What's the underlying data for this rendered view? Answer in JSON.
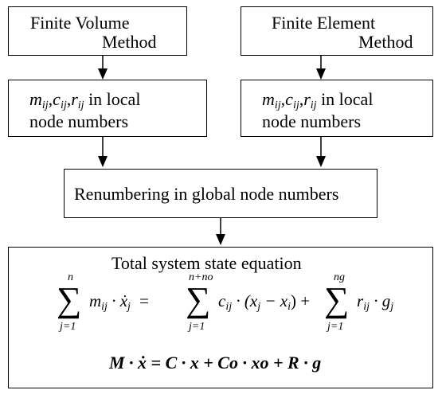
{
  "boxes": {
    "fvm": {
      "line1": "Finite Volume",
      "line2": "Method"
    },
    "fem": {
      "line1": "Finite Element",
      "line2": "Method"
    },
    "local_left": {
      "m": "m",
      "c": "c",
      "r": "r",
      "sub": "ij",
      "text1": " in local",
      "line2": "node numbers"
    },
    "local_right": {
      "m": "m",
      "c": "c",
      "r": "r",
      "sub": "ij",
      "text1": " in local",
      "line2": "node numbers"
    },
    "renumber": {
      "label": "Renumbering in global node numbers"
    },
    "total": {
      "title": "Total system state equation",
      "sum1_upper": "n",
      "sum1_lower": "j=1",
      "sum2_upper": "n+no",
      "sum2_lower": "j=1",
      "sum3_upper": "ng",
      "sum3_lower": "j=1",
      "term1": "m",
      "term1_sub": "ij",
      "term1_rest": " · ẋ",
      "term1_sub2": "j",
      "eq": "=",
      "term2": "c",
      "term2_sub": "ij",
      "term2_rest": " · (x",
      "term2_sub2": "j",
      "term2_rest2": " − x",
      "term2_sub3": "i",
      "term2_rest3": ") +",
      "term3": "r",
      "term3_sub": "ij",
      "term3_rest": " · g",
      "term3_sub2": "j",
      "matrix_eq": "M · ẋ = C · x + Co · xo + R · g"
    }
  }
}
